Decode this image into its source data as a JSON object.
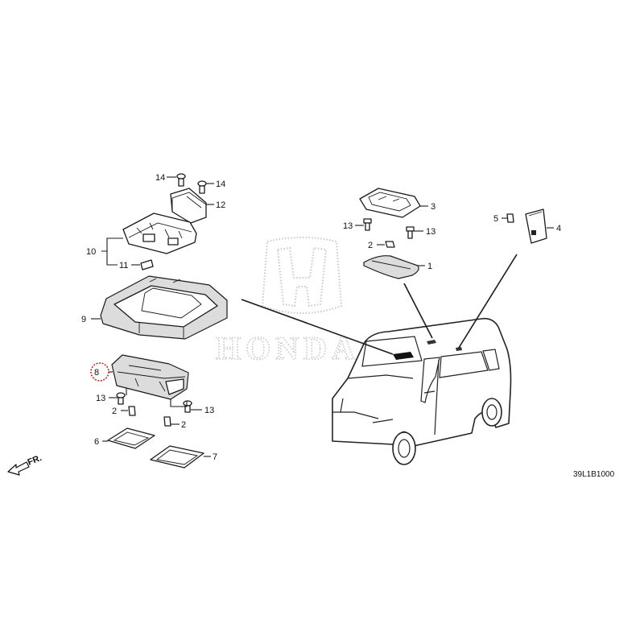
{
  "diagram": {
    "watermark_text": "HONDA",
    "direction_label": "FR.",
    "diagram_code": "39L1B1000",
    "highlight_color": "#e02020",
    "line_color": "#1a1a1a",
    "callouts": {
      "p1": "1",
      "p2_top": "2",
      "p2_left": "2",
      "p2_right": "2",
      "p3": "3",
      "p4": "4",
      "p5": "5",
      "p6": "6",
      "p7": "7",
      "p8": "8",
      "p9": "9",
      "p10": "10",
      "p11": "11",
      "p12": "12",
      "p13_top_left": "13",
      "p13_top_right": "13",
      "p13_bottom_left": "13",
      "p13_bottom_right": "13",
      "p14_left": "14",
      "p14_right": "14"
    }
  }
}
